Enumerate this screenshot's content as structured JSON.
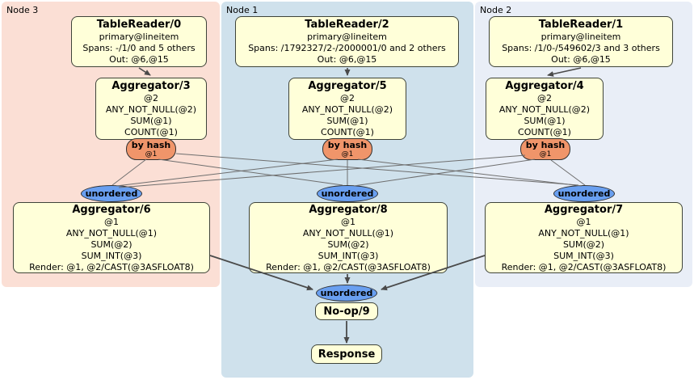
{
  "regions": {
    "node3": {
      "label": "Node 3"
    },
    "node1": {
      "label": "Node 1"
    },
    "node2": {
      "label": "Node 2"
    }
  },
  "router": {
    "label": "by hash",
    "sub": "@1"
  },
  "sync": {
    "label": "unordered"
  },
  "processors": {
    "tr0": {
      "title": "TableReader/0",
      "lines": [
        "primary@lineitem",
        "Spans: -/1/0 and 5 others",
        "Out: @6,@15"
      ]
    },
    "tr2": {
      "title": "TableReader/2",
      "lines": [
        "primary@lineitem",
        "Spans: /1792327/2-/2000001/0 and 2 others",
        "Out: @6,@15"
      ]
    },
    "tr1": {
      "title": "TableReader/1",
      "lines": [
        "primary@lineitem",
        "Spans: /1/0-/549602/3 and 3 others",
        "Out: @6,@15"
      ]
    },
    "agg3": {
      "title": "Aggregator/3",
      "lines": [
        "@2",
        "ANY_NOT_NULL(@2)",
        "SUM(@1)",
        "COUNT(@1)"
      ]
    },
    "agg5": {
      "title": "Aggregator/5",
      "lines": [
        "@2",
        "ANY_NOT_NULL(@2)",
        "SUM(@1)",
        "COUNT(@1)"
      ]
    },
    "agg4": {
      "title": "Aggregator/4",
      "lines": [
        "@2",
        "ANY_NOT_NULL(@2)",
        "SUM(@1)",
        "COUNT(@1)"
      ]
    },
    "agg6": {
      "title": "Aggregator/6",
      "lines": [
        "@1",
        "ANY_NOT_NULL(@1)",
        "SUM(@2)",
        "SUM_INT(@3)",
        "Render: @1, @2/CAST(@3ASFLOAT8)"
      ]
    },
    "agg8": {
      "title": "Aggregator/8",
      "lines": [
        "@1",
        "ANY_NOT_NULL(@1)",
        "SUM(@2)",
        "SUM_INT(@3)",
        "Render: @1, @2/CAST(@3ASFLOAT8)"
      ]
    },
    "agg7": {
      "title": "Aggregator/7",
      "lines": [
        "@1",
        "ANY_NOT_NULL(@1)",
        "SUM(@2)",
        "SUM_INT(@3)",
        "Render: @1, @2/CAST(@3ASFLOAT8)"
      ]
    },
    "noop": {
      "title": "No-op/9"
    },
    "response": {
      "title": "Response"
    }
  },
  "colors": {
    "node3_bg": "#fbdfd5",
    "node1_bg": "#cfe1ec",
    "node2_bg": "#e9eef7",
    "processor_bg": "#ffffd9",
    "router_bg": "#f0956a",
    "sync_bg": "#699ff0",
    "edge": "#4a4a4a"
  }
}
